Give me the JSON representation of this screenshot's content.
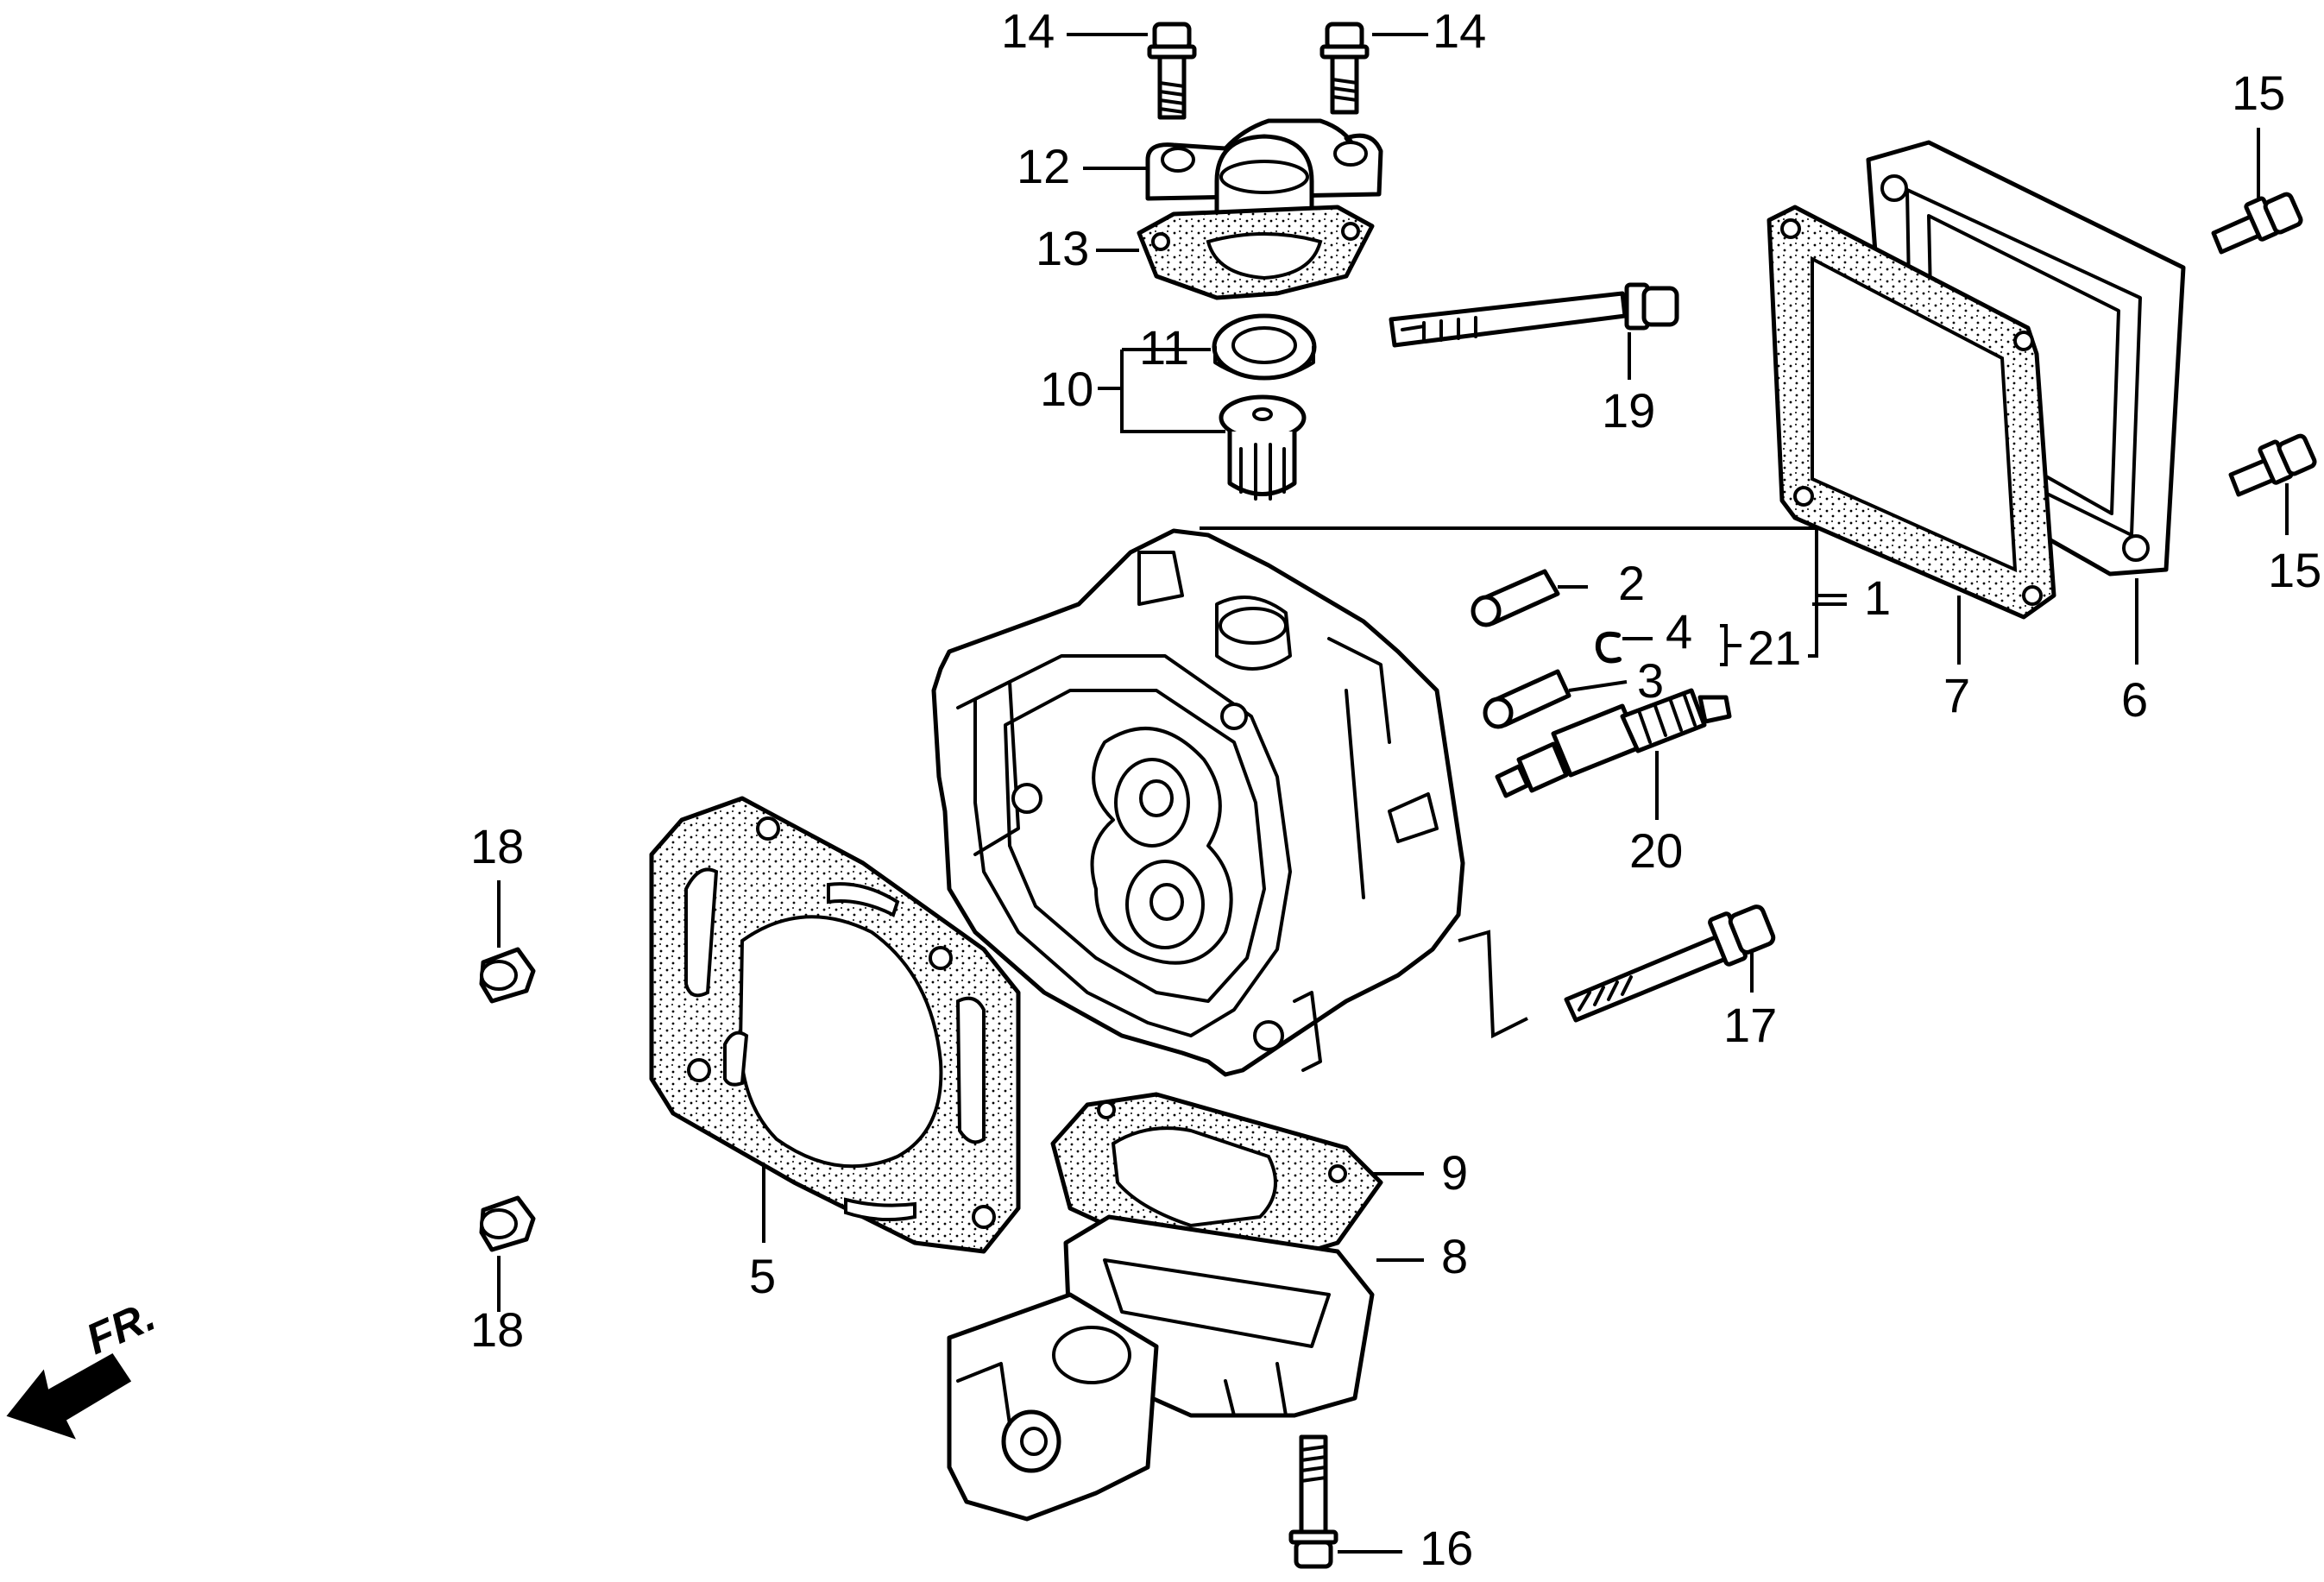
{
  "callouts": {
    "c1": "1",
    "c2": "2",
    "c3": "3",
    "c4": "4",
    "c5": "5",
    "c6": "6",
    "c7": "7",
    "c8": "8",
    "c9": "9",
    "c10": "10",
    "c11": "11",
    "c12": "12",
    "c13": "13",
    "c14a": "14",
    "c14b": "14",
    "c15a": "15",
    "c15b": "15",
    "c16": "16",
    "c17": "17",
    "c18a": "18",
    "c18b": "18",
    "c19": "19",
    "c20": "20",
    "c21": "21"
  },
  "direction": {
    "label": "FR."
  },
  "colors": {
    "line": "#000000",
    "background": "#ffffff"
  }
}
